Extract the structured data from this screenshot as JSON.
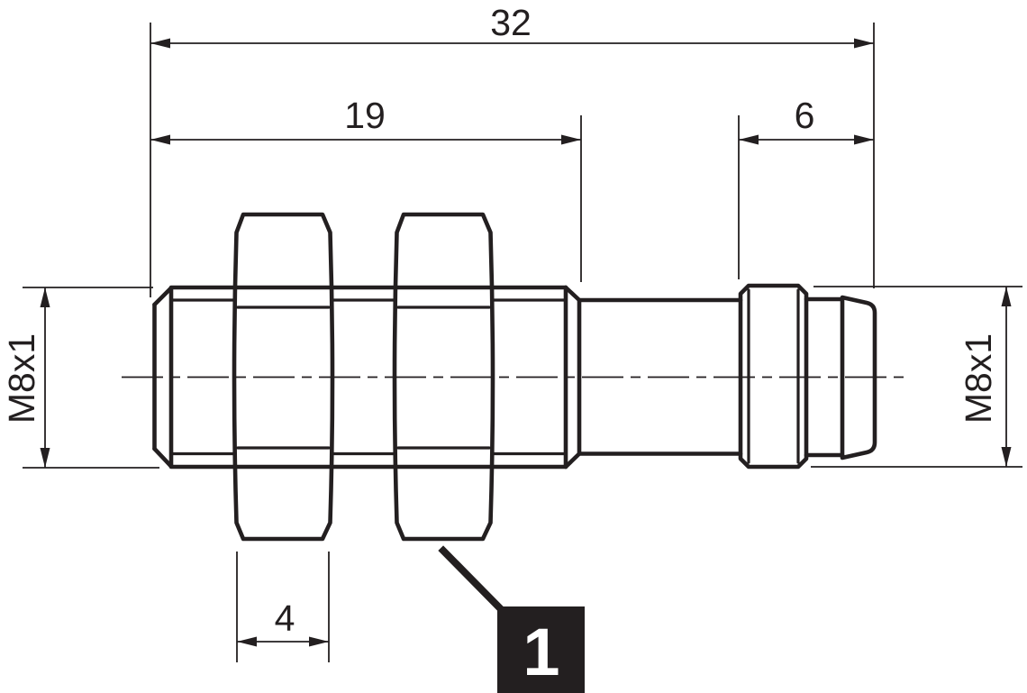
{
  "drawing": {
    "title": "Dimensional drawing of M8 threaded cylindrical sensor with connector",
    "line_color": "#231f20",
    "background_color": "#ffffff",
    "dimensions": {
      "overall_length": "32",
      "thread_length": "19",
      "connector_length": "6",
      "nut_thickness": "4",
      "thread_size_left": "M8x1",
      "thread_size_right": "M8x1"
    },
    "callout": {
      "number": "1"
    }
  }
}
